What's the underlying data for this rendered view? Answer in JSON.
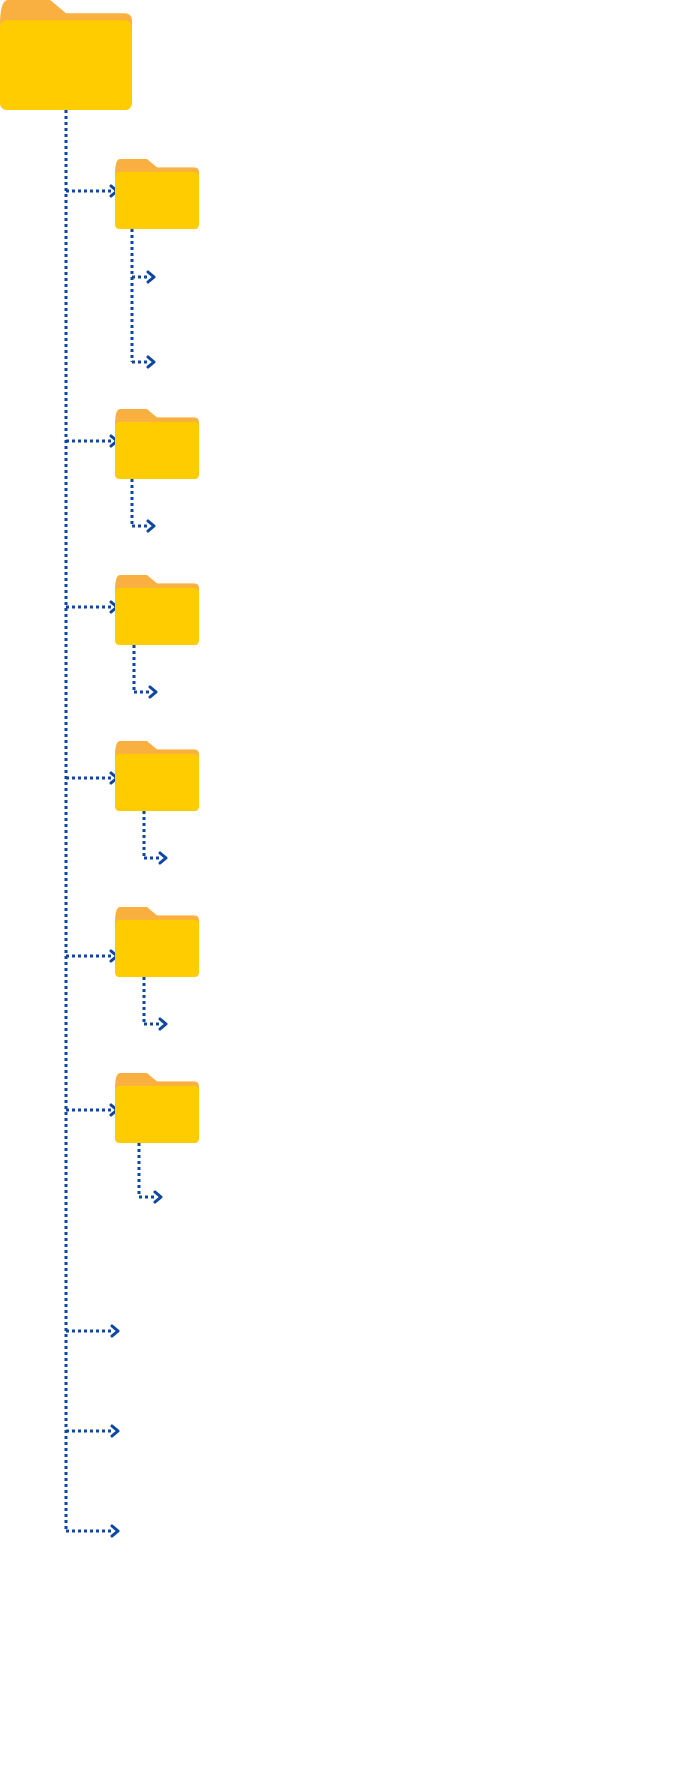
{
  "colors": {
    "background": "#ffffff",
    "folder_body": "#FFCC00",
    "folder_tab": "#F9B040",
    "connector": "#0D47A1"
  },
  "tree": {
    "root": {
      "icon": "folder-icon"
    },
    "children": [
      {
        "type": "folder",
        "icon": "folder-icon",
        "subitem_count": 2
      },
      {
        "type": "folder",
        "icon": "folder-icon",
        "subitem_count": 1
      },
      {
        "type": "folder",
        "icon": "folder-icon",
        "subitem_count": 1
      },
      {
        "type": "folder",
        "icon": "folder-icon",
        "subitem_count": 1
      },
      {
        "type": "folder",
        "icon": "folder-icon",
        "subitem_count": 1
      },
      {
        "type": "folder",
        "icon": "folder-icon",
        "subitem_count": 1
      },
      {
        "type": "leaf"
      },
      {
        "type": "leaf"
      },
      {
        "type": "leaf"
      }
    ]
  }
}
